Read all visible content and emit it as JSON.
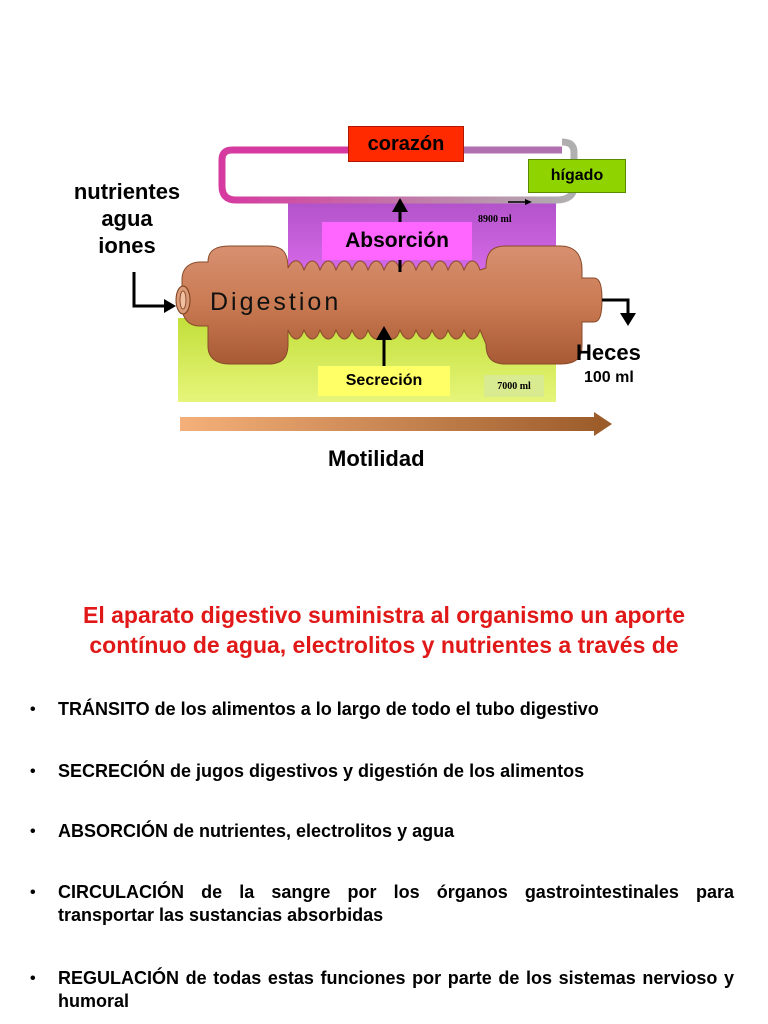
{
  "diagram": {
    "inputs": [
      "nutrientes",
      "agua",
      "iones"
    ],
    "organs": {
      "heart": "corazón",
      "liver": "hígado"
    },
    "labels": {
      "absorption": "Absorción",
      "digestion": "Digestion",
      "secretion": "Secreción",
      "feces": "Heces",
      "feces_volume": "100 ml",
      "absorption_volume": "8900 ml",
      "secretion_volume": "7000 ml",
      "motility": "Motilidad"
    },
    "colors": {
      "heart_box": "#ff2a00",
      "liver_box": "#8fd400",
      "absorption_box": "#ff66ff",
      "absorption_zone": "#c55bd8",
      "secretion_box": "#ffff66",
      "secretion_zone": "#c4e64a",
      "tube": "#c97a52",
      "loop": "#d84aa8"
    }
  },
  "heading": {
    "line1": "El aparato digestivo suministra al organismo un aporte",
    "line2": "contínuo de agua, electrolitos y nutrientes a través de"
  },
  "bullets": [
    {
      "bold": "TRÁNSITO",
      "rest": " de los alimentos a lo largo de todo el tubo digestivo"
    },
    {
      "bold": "SECRECIÓN",
      "rest": " de jugos digestivos y digestión de los alimentos"
    },
    {
      "bold": "ABSORCIÓN",
      "rest": " de nutrientes, electrolitos y agua"
    },
    {
      "bold": "CIRCULACIÓN",
      "rest": " de la sangre por los órganos gastrointestinales para transportar las sustancias absorbidas"
    },
    {
      "bold": "REGULACIÓN",
      "rest": " de todas estas funciones por parte de los sistemas nervioso y humoral"
    }
  ]
}
